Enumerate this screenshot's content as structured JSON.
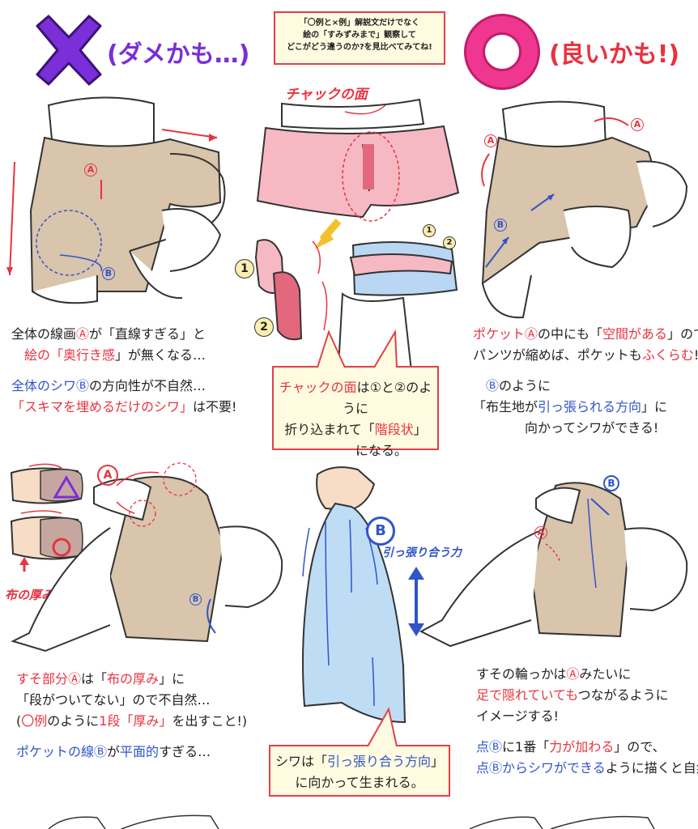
{
  "header": {
    "bad_label": "(ダメかも…)",
    "good_label": "(良いかも!)",
    "note_lines": [
      "「〇例と×例」解説文だけでなく",
      "絵の「すみずみまで」観察して",
      "どこがどう違うのか?を見比べてみてね!"
    ],
    "colors": {
      "bad": "#7a2fd8",
      "good": "#f0378f",
      "accent_red": "#e8333f",
      "accent_blue": "#2f55c8"
    }
  },
  "labels": {
    "a": "A",
    "b": "B",
    "num1": "1",
    "num2": "2",
    "zipper_face": "チャックの面",
    "fabric_thickness": "布の厚み",
    "pull_force": "引っ張り合う力"
  },
  "section1": {
    "bad_text": [
      [
        {
          "t": "全体の線画"
        },
        {
          "t": "Ⓐ",
          "c": "red"
        },
        {
          "t": "が「直線すぎる」と"
        }
      ],
      [
        {
          "t": "　絵の「",
          "c": "red"
        },
        {
          "t": "奥行き感",
          "c": "red"
        },
        {
          "t": "」が無くなる…",
          "c": ""
        }
      ],
      [],
      [
        {
          "t": "全体のシワ",
          "c": "blue"
        },
        {
          "t": "Ⓑ",
          "c": "blue"
        },
        {
          "t": "の方向性が不自然…"
        }
      ],
      [
        {
          "t": "「スキマを埋めるだけのシワ」",
          "c": "red"
        },
        {
          "t": "は不要!"
        }
      ]
    ],
    "callout_lines": [
      [
        {
          "t": "チャックの面",
          "c": "red"
        },
        {
          "t": "は①と②のように"
        }
      ],
      [
        {
          "t": "折り込まれて「"
        },
        {
          "t": "階段状",
          "c": "red"
        },
        {
          "t": "」"
        }
      ],
      [
        {
          "t": "　　　　になる。"
        }
      ]
    ],
    "good_text": [
      [
        {
          "t": "ポケット",
          "c": "red"
        },
        {
          "t": "Ⓐ",
          "c": "red"
        },
        {
          "t": "の中にも「"
        },
        {
          "t": "空間がある",
          "c": "red"
        },
        {
          "t": "」ので"
        }
      ],
      [
        {
          "t": "パンツが縮めば、ポケットも"
        },
        {
          "t": "ふくらむ",
          "c": "red"
        },
        {
          "t": "!"
        }
      ],
      [],
      [
        {
          "t": "　Ⓑ",
          "c": "blue"
        },
        {
          "t": "のように"
        }
      ],
      [
        {
          "t": "「布生地が"
        },
        {
          "t": "引っ張られる方向",
          "c": "blue"
        },
        {
          "t": "」に"
        }
      ],
      [
        {
          "t": "　　　　向かってシワができる!"
        }
      ]
    ]
  },
  "section2": {
    "bad_text": [
      [
        {
          "t": "すそ部分",
          "c": "red"
        },
        {
          "t": "Ⓐ",
          "c": "red"
        },
        {
          "t": "は「"
        },
        {
          "t": "布の厚み",
          "c": "red"
        },
        {
          "t": "」に"
        }
      ],
      [
        {
          "t": "「段がついてない」ので不自然…"
        }
      ],
      [
        {
          "t": "("
        },
        {
          "t": "〇例",
          "c": "red"
        },
        {
          "t": "のように"
        },
        {
          "t": "1段「厚み」",
          "c": "red"
        },
        {
          "t": "を出すこと!)"
        }
      ],
      [],
      [
        {
          "t": "ポケットの線",
          "c": "blue"
        },
        {
          "t": "Ⓑ",
          "c": "blue"
        },
        {
          "t": "が"
        },
        {
          "t": "平面的",
          "c": "blue"
        },
        {
          "t": "すぎる…"
        }
      ]
    ],
    "callout_lines": [
      [
        {
          "t": "シワは「"
        },
        {
          "t": "引っ張り合う方向",
          "c": "blue"
        },
        {
          "t": "」"
        }
      ],
      [
        {
          "t": "に向かって生まれる。"
        }
      ]
    ],
    "good_text": [
      [
        {
          "t": "すその輪っかは"
        },
        {
          "t": "Ⓐ",
          "c": "red"
        },
        {
          "t": "みたいに"
        }
      ],
      [
        {
          "t": "足で隠れていても",
          "c": "red"
        },
        {
          "t": "つながるように"
        }
      ],
      [
        {
          "t": "イメージする!"
        }
      ],
      [],
      [
        {
          "t": "点",
          "c": "blue"
        },
        {
          "t": "Ⓑ",
          "c": "blue"
        },
        {
          "t": "に1番「"
        },
        {
          "t": "力が加わる",
          "c": "red"
        },
        {
          "t": "」ので、"
        }
      ],
      [
        {
          "t": "点",
          "c": "blue"
        },
        {
          "t": "Ⓑ",
          "c": "blue"
        },
        {
          "t": "からシワができる",
          "c": "blue"
        },
        {
          "t": "ように描くと自然!"
        }
      ]
    ]
  }
}
